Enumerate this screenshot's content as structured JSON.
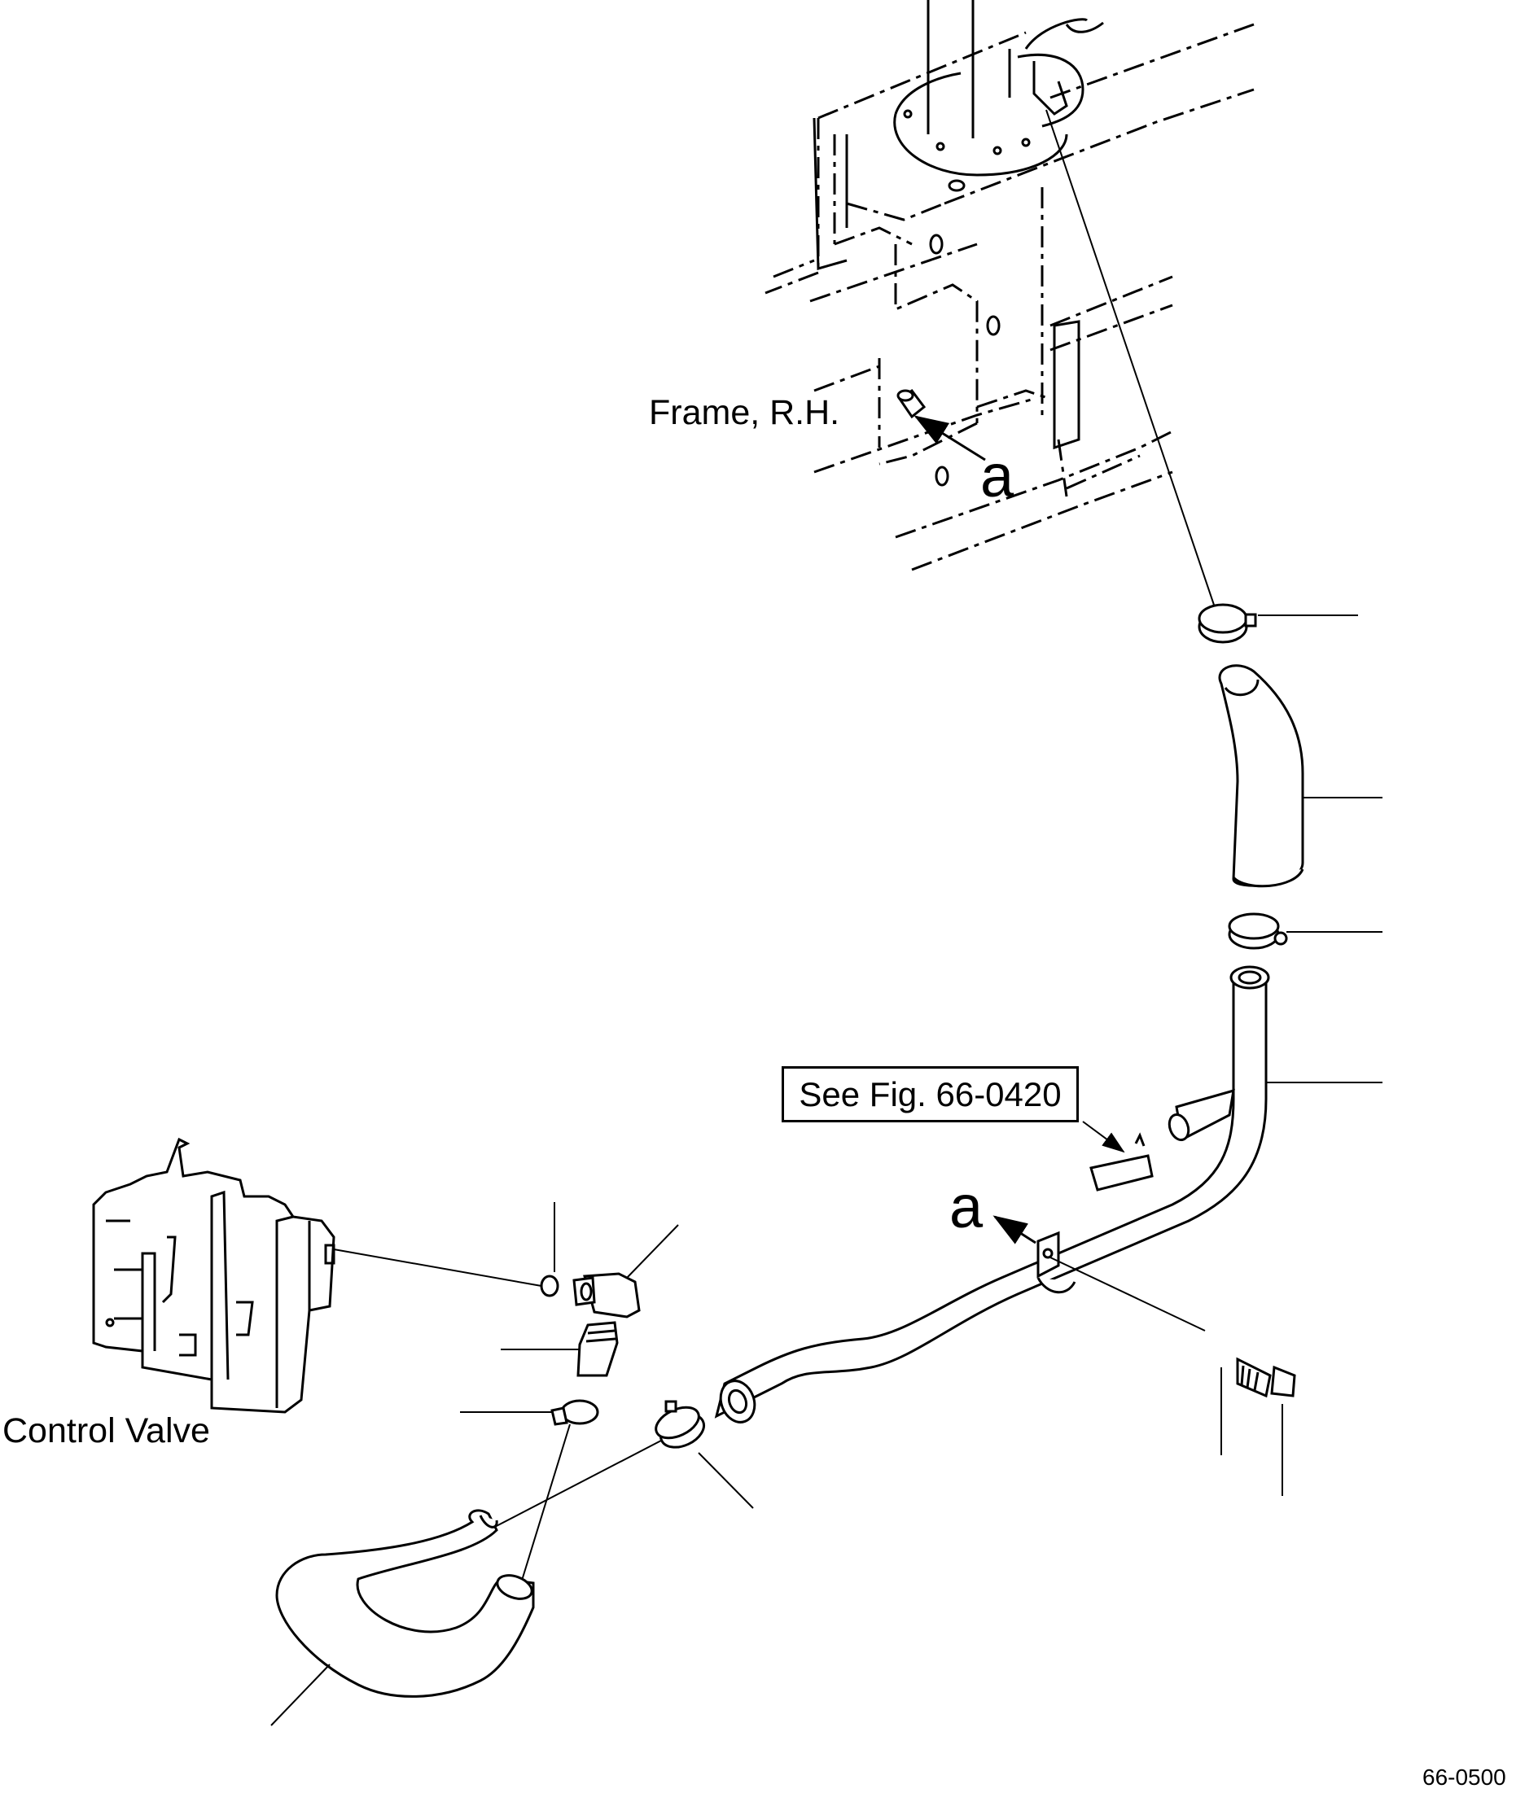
{
  "labels": {
    "frame_rh": "Frame, R.H.",
    "control_valve": "Control Valve",
    "ref_a_top": "a",
    "ref_a_bottom": "a",
    "see_fig": "See Fig. 66-0420",
    "figure_code": "66-0500"
  },
  "colors": {
    "line": "#000000",
    "background": "#ffffff"
  }
}
